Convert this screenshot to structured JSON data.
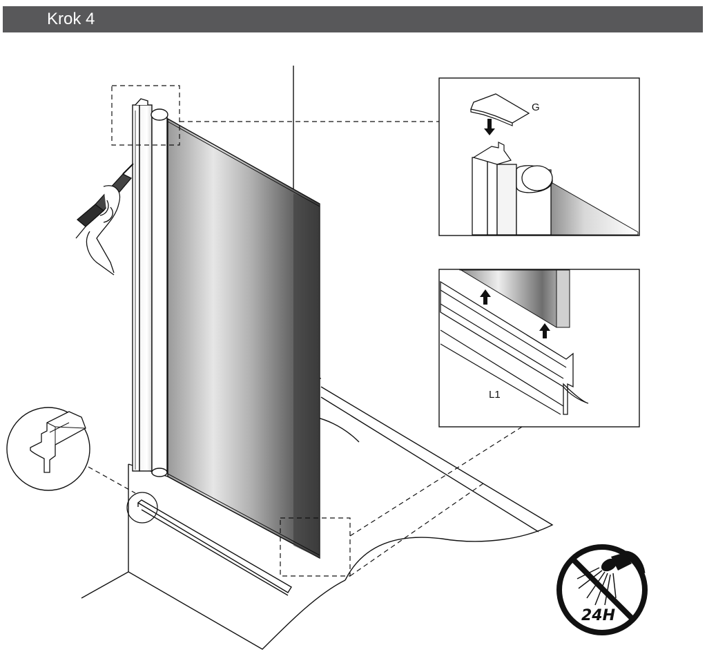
{
  "header": {
    "title": "Krok 4"
  },
  "labels": {
    "cap_part": "G",
    "seal_part": "L1",
    "no_shower_hours": "24H"
  },
  "icons": {
    "no_shower": "no-shower-icon",
    "sealant_gun": "silicone-gun-icon",
    "arrow": "arrow-up-icon"
  },
  "colors": {
    "header_bg": "#58585a",
    "header_text": "#ffffff",
    "line": "#111111",
    "glass_light": "#f2f2f2",
    "glass_dark": "#4a4a4a"
  }
}
